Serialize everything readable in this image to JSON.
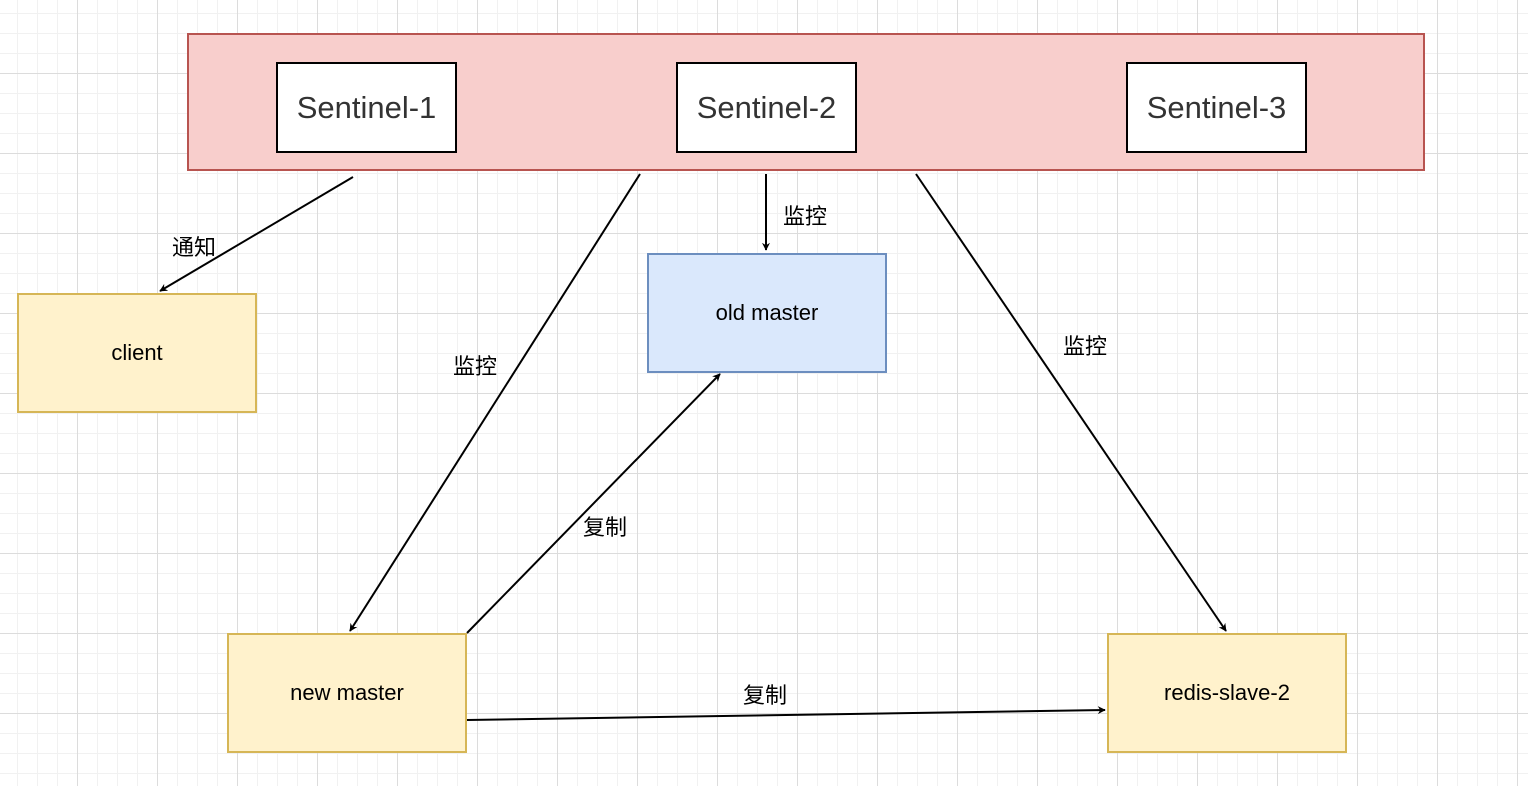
{
  "sentinels": [
    {
      "label": "Sentinel-1"
    },
    {
      "label": "Sentinel-2"
    },
    {
      "label": "Sentinel-3"
    }
  ],
  "nodes": {
    "client": "client",
    "old_master": "old master",
    "new_master": "new master",
    "redis_slave_2": "redis-slave-2"
  },
  "edges": {
    "notify": "通知",
    "monitor_old_master": "监控",
    "monitor_new_master": "监控",
    "monitor_slave": "监控",
    "replicate_to_old": "复制",
    "replicate_to_slave": "复制"
  },
  "colors": {
    "sentinel_group_fill": "#f8cecc",
    "sentinel_group_stroke": "#b85450",
    "yellow_fill": "#fff2cc",
    "yellow_stroke": "#d6b656",
    "blue_fill": "#dae8fc",
    "blue_stroke": "#6c8ebf"
  }
}
